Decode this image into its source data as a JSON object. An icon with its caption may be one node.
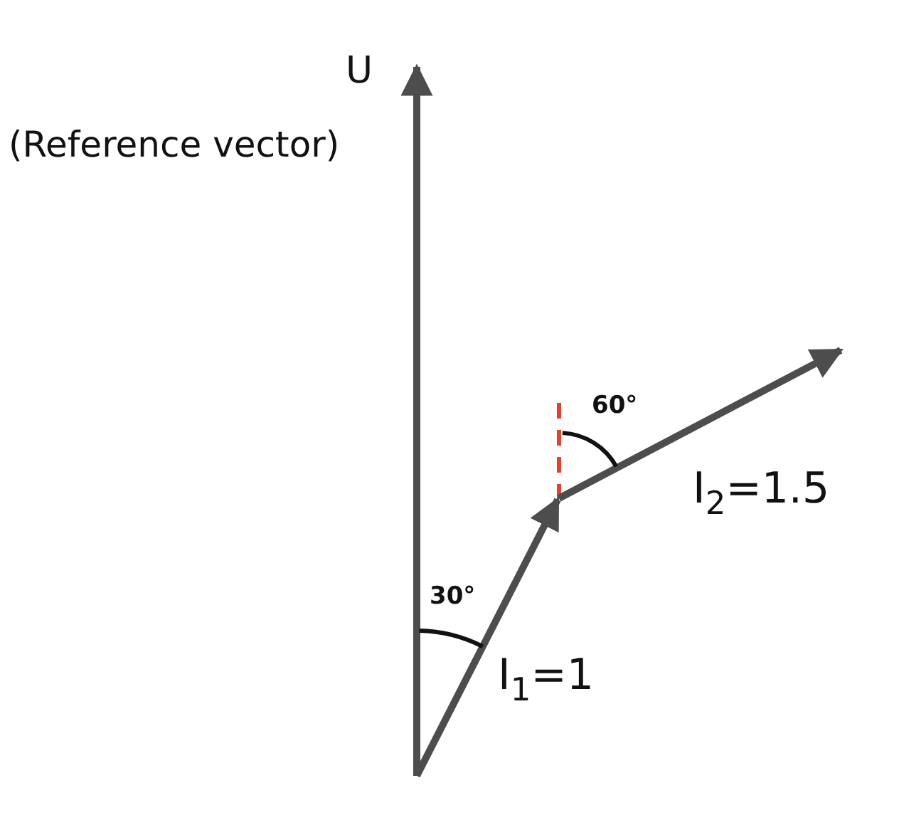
{
  "diagram": {
    "labels": [
      "U",
      "(Reference vector)",
      "60°",
      "I$_{2}$=1.5",
      "30°",
      "I$_{1}$=1"
    ]
  }
}
